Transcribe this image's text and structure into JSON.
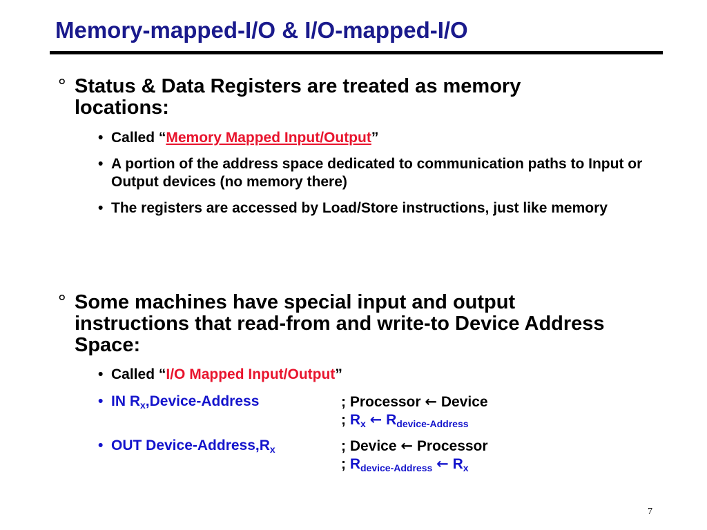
{
  "slide": {
    "title": "Memory-mapped-I/O & I/O-mapped-I/O",
    "page_number": "7",
    "colors": {
      "title": "#1a1a8c",
      "highlight_red": "#e8142d",
      "code_blue": "#1414cc"
    },
    "bullet_marker_l1": "°",
    "bullet_marker_l2": "•",
    "arrow_glyph": "←"
  },
  "section1": {
    "heading": "Status & Data Registers are treated as memory locations:",
    "called_prefix": "Called “",
    "called_term": "Memory Mapped Input/Output",
    "called_suffix": "”",
    "point2": "A portion of the address space dedicated to communication paths to Input or Output devices (no memory there)",
    "point3": "The registers are accessed by Load/Store instructions, just like memory"
  },
  "section2": {
    "heading": "Some machines have special input and output instructions that read-from and write-to Device Address Space:",
    "called_prefix": "Called “",
    "called_term": "I/O Mapped Input/Output",
    "called_suffix": "”",
    "in_instr": {
      "op": "IN R",
      "reg_sub": "x",
      "rest": ",Device-Address",
      "comment1_a": "; Processor ",
      "comment1_b": " Device",
      "comment2_prefix": "; ",
      "comment2_r1": "R",
      "comment2_r1_sub": "x",
      "comment2_r2": "R",
      "comment2_r2_sub": "device-Address"
    },
    "out_instr": {
      "op": "OUT Device-Address,R",
      "reg_sub": "x",
      "comment1_a": "; Device ",
      "comment1_b": " Processor",
      "comment2_prefix": "; ",
      "comment2_r1": "R",
      "comment2_r1_sub": "device-Address",
      "comment2_r2": "R",
      "comment2_r2_sub": "x"
    }
  }
}
